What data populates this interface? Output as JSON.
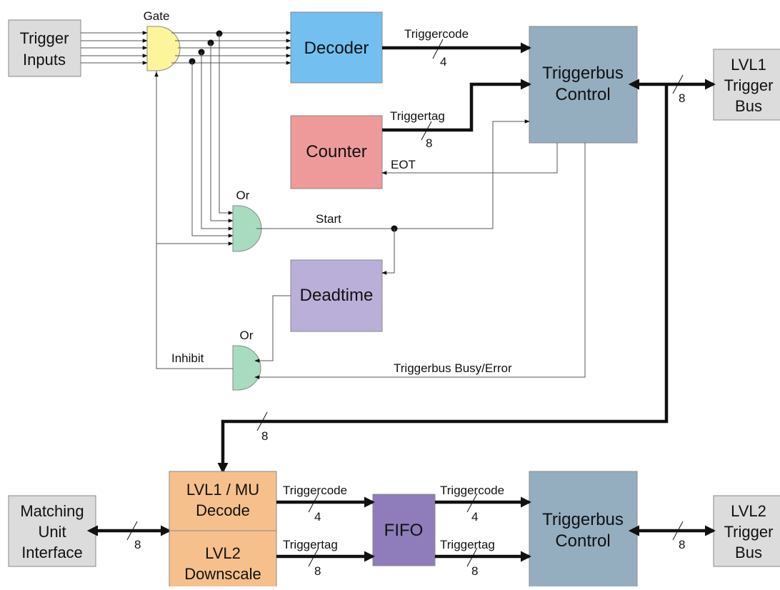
{
  "colors": {
    "decoder": "#72BFF0",
    "counter": "#EF9A9A",
    "deadtime": "#BAAFD8",
    "control": "#94AEC0",
    "gate": "#FDF59B",
    "or_gate": "#A9DBC0",
    "lvl1mu": "#F6C08C",
    "fifo": "#8E7DBA",
    "external": "#DCDCDC"
  },
  "blocks": {
    "trigger_inputs": [
      "Trigger",
      "Inputs"
    ],
    "decoder": "Decoder",
    "counter": "Counter",
    "deadtime": "Deadtime",
    "control_top": [
      "Triggerbus",
      "Control"
    ],
    "lvl1_bus": [
      "LVL1",
      "Trigger",
      "Bus"
    ],
    "lvl1_mu_decode": [
      "LVL1 / MU",
      "Decode"
    ],
    "lvl2_downscale": [
      "LVL2",
      "Downscale"
    ],
    "fifo": "FIFO",
    "control_bottom": [
      "Triggerbus",
      "Control"
    ],
    "matching_unit": [
      "Matching",
      "Unit",
      "Interface"
    ],
    "lvl2_bus": [
      "LVL2",
      "Trigger",
      "Bus"
    ]
  },
  "gates": {
    "gate": "Gate",
    "or_top": "Or",
    "or_bottom": "Or"
  },
  "signals": {
    "triggercode_top": "Triggercode",
    "triggercode_top_width": "4",
    "triggertag_top": "Triggertag",
    "triggertag_top_width": "8",
    "eot": "EOT",
    "start": "Start",
    "inhibit": "Inhibit",
    "busy_error": "Triggerbus Busy/Error",
    "lvl1_bus_width": "8",
    "down_bus_width": "8",
    "triggercode_mid": "Triggercode",
    "triggercode_mid_width": "4",
    "triggertag_mid": "Triggertag",
    "triggertag_mid_width": "8",
    "triggercode_right": "Triggercode",
    "triggercode_right_width": "4",
    "triggertag_right": "Triggertag",
    "triggertag_right_width": "8",
    "matching_width": "8",
    "lvl2_bus_width": "8"
  }
}
